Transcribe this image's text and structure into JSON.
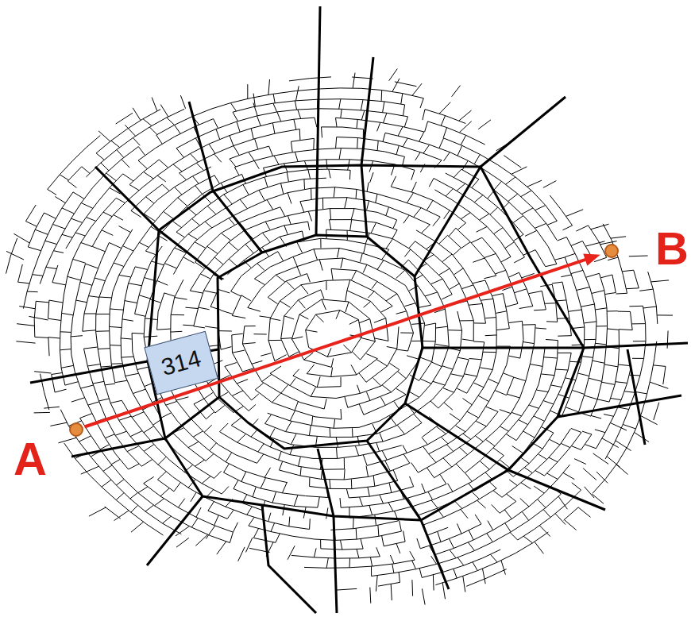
{
  "diagram": {
    "nodes": [
      {
        "text": [
          "A"
        ]
      },
      {
        "text": [
          "B"
        ]
      },
      {
        "text": [
          "314"
        ]
      }
    ],
    "edges": [
      {
        "from": 0,
        "to": 1,
        "arrow": "to"
      }
    ]
  }
}
